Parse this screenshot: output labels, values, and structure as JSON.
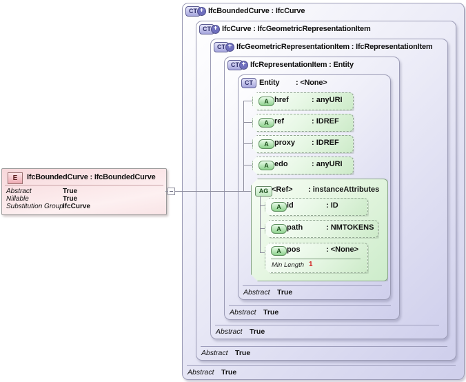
{
  "element": {
    "badge": "E",
    "title": "IfcBoundedCurve : IfcBoundedCurve",
    "properties": [
      {
        "label": "Abstract",
        "value": "True"
      },
      {
        "label": "Nillable",
        "value": "True"
      },
      {
        "label": "Substitution Group",
        "value": "IfcCurve"
      }
    ]
  },
  "boxes": [
    {
      "badge": "CT",
      "title": "IfcBoundedCurve : IfcCurve",
      "footer_label": "Abstract",
      "footer_value": "True"
    },
    {
      "badge": "CT",
      "title": "IfcCurve : IfcGeometricRepresentationItem",
      "footer_label": "Abstract",
      "footer_value": "True"
    },
    {
      "badge": "CT",
      "title": "IfcGeometricRepresentationItem : IfcRepresentationItem",
      "footer_label": "Abstract",
      "footer_value": "True"
    },
    {
      "badge": "CT",
      "title": "IfcRepresentationItem : Entity",
      "footer_label": "Abstract",
      "footer_value": "True"
    },
    {
      "badge": "CT",
      "name": "Entity",
      "type": ": <None>",
      "footer_label": "Abstract",
      "footer_value": "True"
    }
  ],
  "entity": {
    "attributes": [
      {
        "badge": "A",
        "name": "href",
        "type": ": anyURI"
      },
      {
        "badge": "A",
        "name": "ref",
        "type": ": IDREF"
      },
      {
        "badge": "A",
        "name": "proxy",
        "type": ": IDREF"
      },
      {
        "badge": "A",
        "name": "edo",
        "type": ": anyURI"
      }
    ],
    "attribute_group": {
      "badge": "AG",
      "name": "<Ref>",
      "type": ": instanceAttributes",
      "attributes": [
        {
          "badge": "A",
          "name": "id",
          "type": ": ID"
        },
        {
          "badge": "A",
          "name": "path",
          "type": ": NMTOKENS"
        },
        {
          "badge": "A",
          "name": "pos",
          "type": ": <None>",
          "facet_label": "Min Length",
          "facet_value": "1"
        }
      ]
    }
  },
  "icons": {
    "expand": "+",
    "collapse": "−"
  },
  "colors": {
    "node_fill": "#cfcfec",
    "node_border": "#9b9bb5",
    "attr_fill": "#cdebc9",
    "attr_border": "#93a893",
    "element_fill": "#f7d8db",
    "element_border": "#9a9a9a",
    "ct_badge_fill": "#a6a6dc",
    "facet_value_red": "#d02020"
  }
}
